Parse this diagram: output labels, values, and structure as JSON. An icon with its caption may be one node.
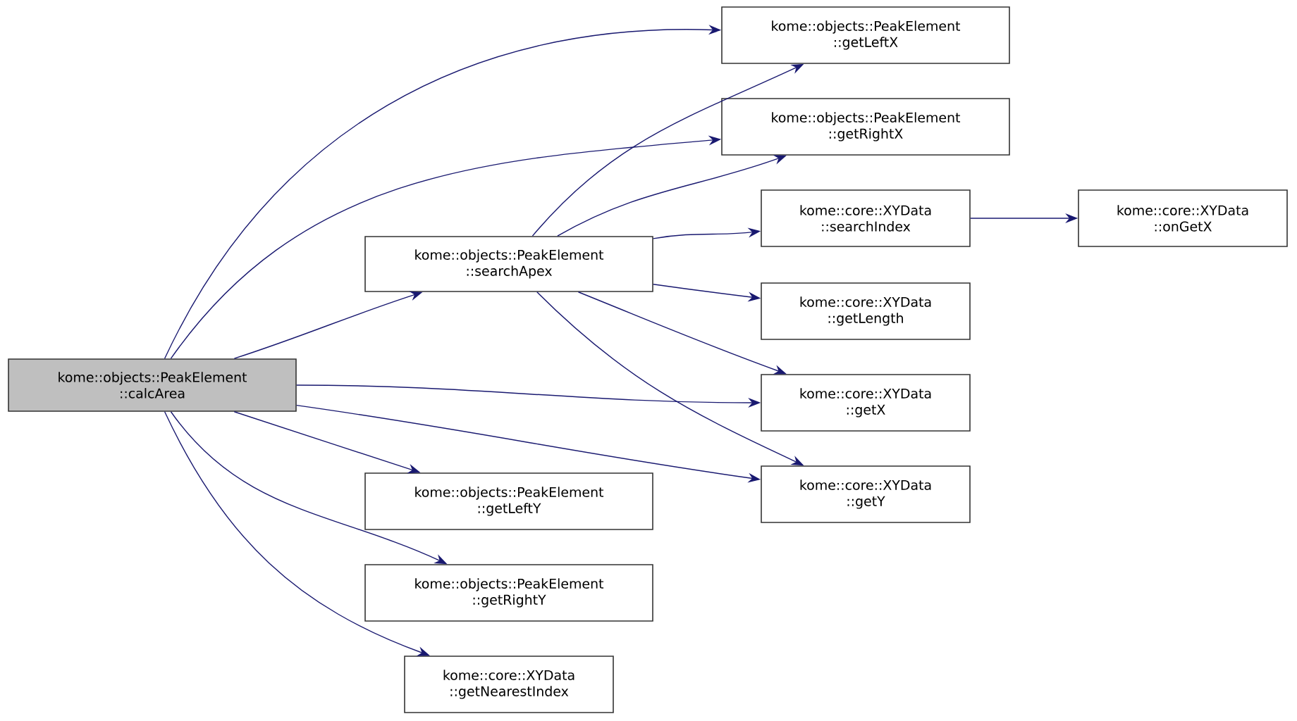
{
  "diagram": {
    "nodes": [
      {
        "text": [
          "kome::objects::PeakElement ::calcArea"
        ]
      },
      {
        "text": [
          "kome::objects::PeakElement ::searchApex"
        ]
      },
      {
        "text": [
          "kome::objects::PeakElement ::getLeftX"
        ]
      },
      {
        "text": [
          "kome::objects::PeakElement ::getRightX"
        ]
      },
      {
        "text": [
          "kome::core::XYData ::searchIndex"
        ]
      },
      {
        "text": [
          "kome::core::XYData ::onGetX"
        ]
      },
      {
        "text": [
          "kome::core::XYData ::getLength"
        ]
      },
      {
        "text": [
          "kome::core::XYData ::getX"
        ]
      },
      {
        "text": [
          "kome::core::XYData ::getY"
        ]
      },
      {
        "text": [
          "kome::objects::PeakElement ::getLeftY"
        ]
      },
      {
        "text": [
          "kome::objects::PeakElement ::getRightY"
        ]
      },
      {
        "text": [
          "kome::core::XYData ::getNearestIndex"
        ]
      }
    ],
    "edges": [
      {
        "from": 0,
        "to": 1,
        "arrow": "to"
      },
      {
        "from": 0,
        "to": 2,
        "arrow": "to"
      },
      {
        "from": 0,
        "to": 3,
        "arrow": "to"
      },
      {
        "from": 0,
        "to": 7,
        "arrow": "to"
      },
      {
        "from": 0,
        "to": 8,
        "arrow": "to"
      },
      {
        "from": 0,
        "to": 9,
        "arrow": "to"
      },
      {
        "from": 0,
        "to": 10,
        "arrow": "to"
      },
      {
        "from": 0,
        "to": 11,
        "arrow": "to"
      },
      {
        "from": 1,
        "to": 2,
        "arrow": "to"
      },
      {
        "from": 1,
        "to": 3,
        "arrow": "to"
      },
      {
        "from": 1,
        "to": 4,
        "arrow": "to"
      },
      {
        "from": 1,
        "to": 6,
        "arrow": "to"
      },
      {
        "from": 1,
        "to": 7,
        "arrow": "to"
      },
      {
        "from": 1,
        "to": 8,
        "arrow": "to"
      },
      {
        "from": 4,
        "to": 5,
        "arrow": "to"
      }
    ]
  }
}
